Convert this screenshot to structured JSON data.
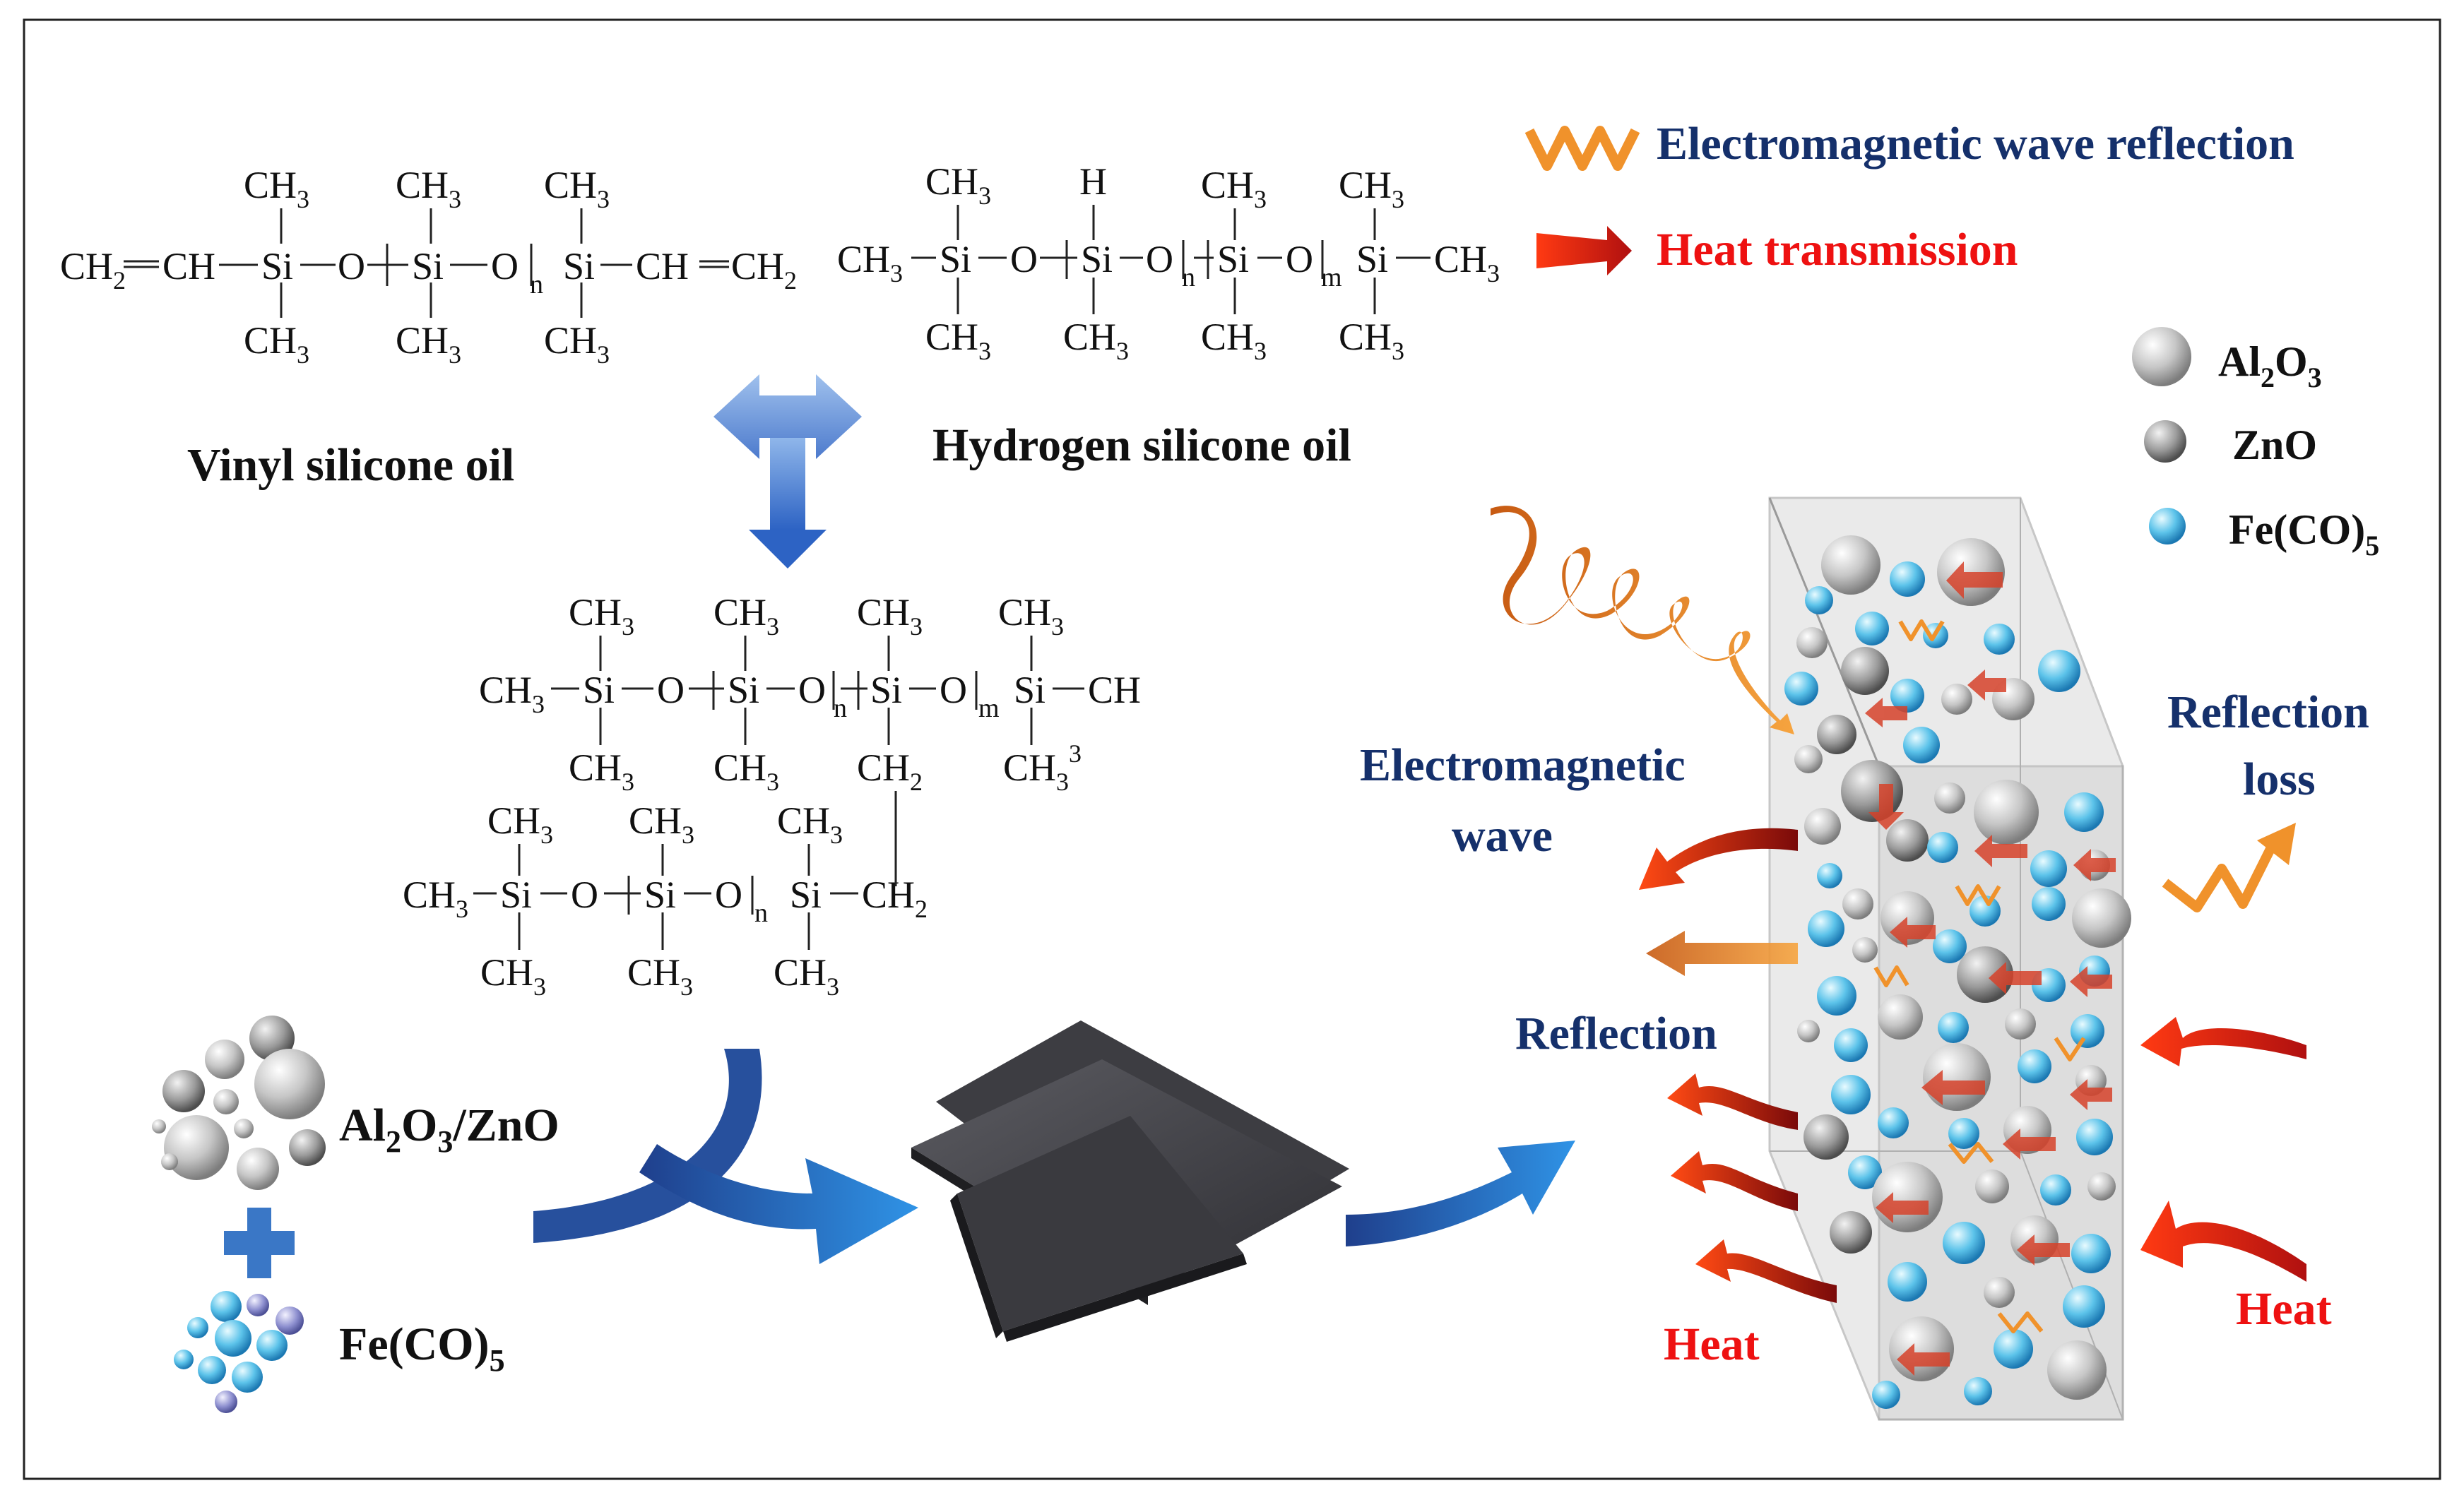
{
  "legend": {
    "em_reflection": "Electromagnetic wave reflection",
    "heat_transmission": "Heat transmission",
    "al2o3": "Al",
    "al2o3_sub1": "2",
    "al2o3_mid": "O",
    "al2o3_sub2": "3",
    "zno": "ZnO",
    "feco5": "Fe(CO)",
    "feco5_sub": "5"
  },
  "labels": {
    "vinyl": "Vinyl silicone oil",
    "hydrogen": "Hydrogen silicone oil",
    "al2o3_zno_a": "Al",
    "al2o3_zno_b": "2",
    "al2o3_zno_c": "O",
    "al2o3_zno_d": "3",
    "al2o3_zno_e": "/ZnO",
    "feco5": "Fe(CO)",
    "feco5_sub": "5",
    "em_wave_1": "Electromagnetic",
    "em_wave_2": "wave",
    "reflection_loss_1": "Reflection",
    "reflection_loss_2": "loss",
    "reflection": "Reflection",
    "heat_left": "Heat",
    "heat_right": "Heat"
  },
  "chem": {
    "ch3": "CH",
    "three": "3",
    "si": "Si",
    "o": "O",
    "n": "n",
    "m": "m",
    "h": "H",
    "ch": "CH",
    "ch2": "CH",
    "two": "2",
    "sup3": "3"
  },
  "colors": {
    "navy": "#15306b",
    "red": "#ee1111",
    "orange": "#f0922b",
    "blue_arrow": "#2a6fd0"
  }
}
